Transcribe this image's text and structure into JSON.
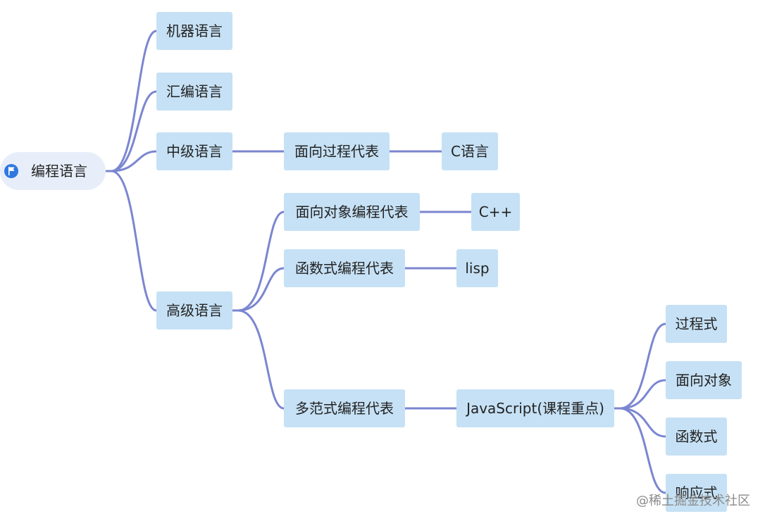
{
  "root": {
    "label": "编程语言",
    "icon": "flag-icon",
    "fill": "#e7eef9"
  },
  "nodes": {
    "machine": "机器语言",
    "assembly": "汇编语言",
    "mid": "中级语言",
    "high": "高级语言",
    "procedural_rep": "面向过程代表",
    "c": "C语言",
    "oop_rep": "面向对象编程代表",
    "cpp": "C++",
    "func_rep": "函数式编程代表",
    "lisp": "lisp",
    "multi_rep": "多范式编程代表",
    "js": "JavaScript(课程重点)",
    "js_procedural": "过程式",
    "js_oop": "面向对象",
    "js_func": "函数式",
    "js_reactive": "响应式"
  },
  "style": {
    "node_fill": "#c6e1f5",
    "link_color": "#7b86d0"
  },
  "watermark": "@稀土掘金技术社区"
}
